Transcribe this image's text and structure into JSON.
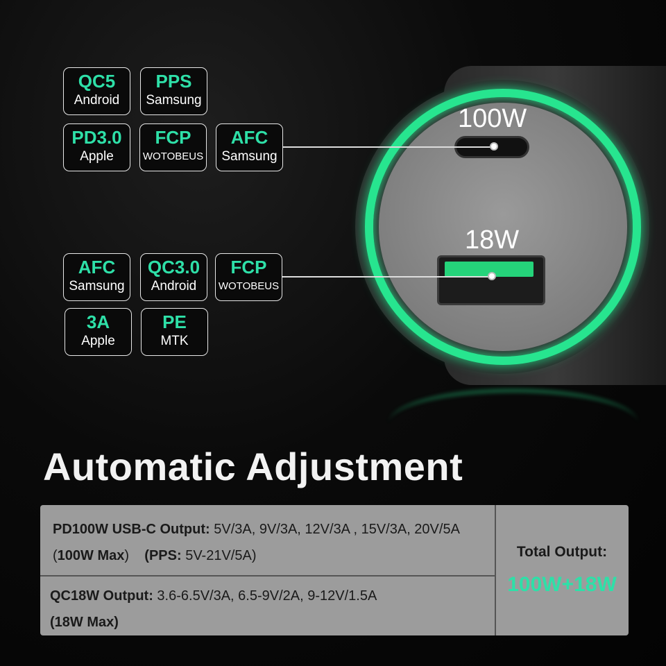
{
  "badges": {
    "usb_c": [
      {
        "title": "QC5",
        "sub": "Android"
      },
      {
        "title": "PPS",
        "sub": "Samsung"
      },
      {
        "title": "PD3.0",
        "sub": "Apple"
      },
      {
        "title": "FCP",
        "sub": "WOTOBEUS"
      },
      {
        "title": "AFC",
        "sub": "Samsung"
      }
    ],
    "usb_a": [
      {
        "title": "AFC",
        "sub": "Samsung"
      },
      {
        "title": "QC3.0",
        "sub": "Android"
      },
      {
        "title": "FCP",
        "sub": "WOTOBEUS"
      },
      {
        "title": "3A",
        "sub": "Apple"
      },
      {
        "title": "PE",
        "sub": "MTK"
      }
    ]
  },
  "charger": {
    "port_c_label": "100W",
    "port_a_label": "18W"
  },
  "heading": "Automatic Adjustment",
  "table": {
    "pd_label": "PD100W USB-C Output:",
    "pd_values": " 5V/3A, 9V/3A, 12V/3A , 15V/3A, 20V/5A (",
    "pd_max": "100W Max",
    "pd_close": ")",
    "pps_label": "(PPS:",
    "pps_value": " 5V-21V/5A)",
    "qc_label": "QC18W Output:",
    "qc_values": " 3.6-6.5V/3A, 6.5-9V/2A, 9-12V/1.5A",
    "qc_max": "(18W Max)",
    "total_label": "Total Output:",
    "total_value": "100W+18W"
  },
  "colors": {
    "accent": "#2ee0a8",
    "ring": "#27e58f"
  }
}
